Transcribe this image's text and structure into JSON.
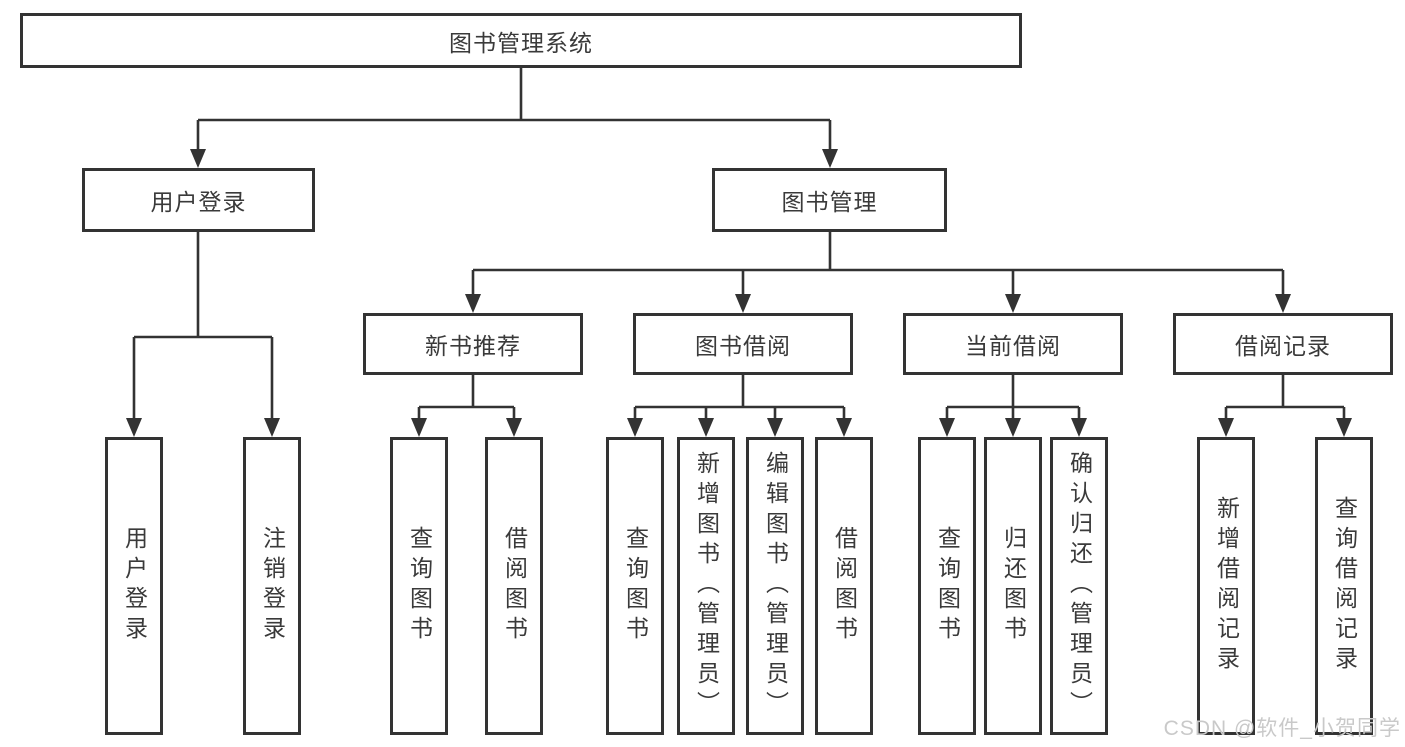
{
  "tree": {
    "label": "图书管理系统",
    "children": [
      {
        "label": "用户登录",
        "children": [
          {
            "label": "用户登录"
          },
          {
            "label": "注销登录"
          }
        ]
      },
      {
        "label": "图书管理",
        "children": [
          {
            "label": "新书推荐",
            "children": [
              {
                "label": "查询图书"
              },
              {
                "label": "借阅图书"
              }
            ]
          },
          {
            "label": "图书借阅",
            "children": [
              {
                "label": "查询图书"
              },
              {
                "label": "新增图书（管理员）"
              },
              {
                "label": "编辑图书（管理员）"
              },
              {
                "label": "借阅图书"
              }
            ]
          },
          {
            "label": "当前借阅",
            "children": [
              {
                "label": "查询图书"
              },
              {
                "label": "归还图书"
              },
              {
                "label": "确认归还（管理员）"
              }
            ]
          },
          {
            "label": "借阅记录",
            "children": [
              {
                "label": "新增借阅记录"
              },
              {
                "label": "查询借阅记录"
              }
            ]
          }
        ]
      }
    ]
  },
  "watermark": "CSDN @软件_小贺同学",
  "colors": {
    "line": "#333333",
    "text": "#3a3a3a",
    "box_background": "#ffffff",
    "background": "#ffffff",
    "watermark": "#c9c9c9"
  }
}
